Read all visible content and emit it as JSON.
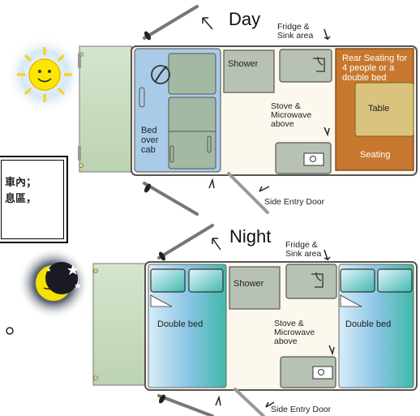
{
  "day": {
    "title": "Day",
    "fridge_sink": [
      "Fridge &",
      "Sink area"
    ],
    "shower": "Shower",
    "rear_seating": [
      "Rear Seating for",
      "4 people or a",
      "double bed"
    ],
    "table": "Table",
    "stove": [
      "Stove &",
      "Microwave",
      "above"
    ],
    "bed_over_cab": [
      "Bed",
      "over",
      "cab"
    ],
    "seating": "Seating",
    "side_entry": "Side Entry Door"
  },
  "night": {
    "title": "Night",
    "fridge_sink": [
      "Fridge &",
      "Sink area"
    ],
    "shower": "Shower",
    "double_bed_left": "Double bed",
    "double_bed_right": "Double bed",
    "stove": [
      "Stove &",
      "Microwave",
      "above"
    ],
    "side_entry": "Side Entry Door"
  },
  "chinese_note": [
    "車內；",
    "息區，"
  ],
  "colors": {
    "day_sky": "#b9d8f0",
    "sun": "#ffe000",
    "night_sky": "#6d7a88",
    "moon": "#f4e200",
    "cab_bed": "#a9cbe8",
    "rear_seating": "#c8782e",
    "table": "#d9c37d",
    "floor": "#fcf8ee",
    "fixture": "#b8c2b4",
    "bed_blue": "#8fc4e8",
    "bed_teal": "#4fbfb2",
    "hitch_green": "#c9ddc0"
  }
}
